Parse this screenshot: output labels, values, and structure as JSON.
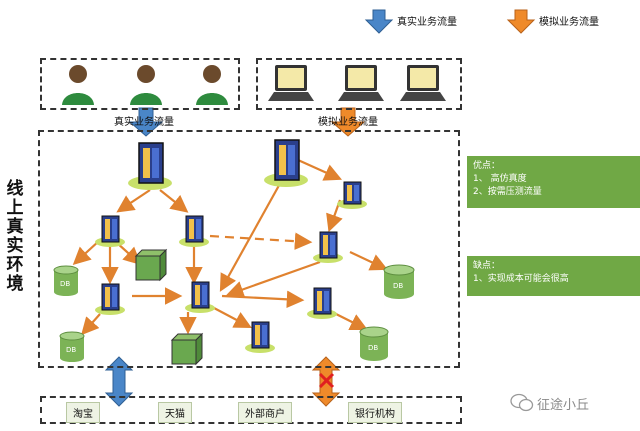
{
  "legend": {
    "real_traffic": "真实业务流量",
    "sim_traffic": "模拟业务流量",
    "real_color": "#4a86c8",
    "sim_color": "#ef8a2a"
  },
  "flows": {
    "real_label": "真实业务流量",
    "sim_label": "模拟业务流量"
  },
  "side_title": [
    "线",
    "上",
    "真",
    "实",
    "环",
    "境"
  ],
  "pros": {
    "title": "优点：",
    "items": [
      "1、 高仿真度",
      "2、按需压测流量"
    ]
  },
  "cons": {
    "title": "缺点：",
    "items": [
      "1、实现成本可能会很高"
    ]
  },
  "businesses": [
    "淘宝",
    "天猫",
    "外部商户",
    "银行机构"
  ],
  "db_label": "DB",
  "watermark": "征途小丘",
  "icons": {
    "users": "user-icon",
    "laptops": "laptop-icon",
    "server": "server-tower-icon",
    "database": "database-cylinder-icon",
    "box": "cube-icon",
    "blocked": "red-x-icon"
  }
}
